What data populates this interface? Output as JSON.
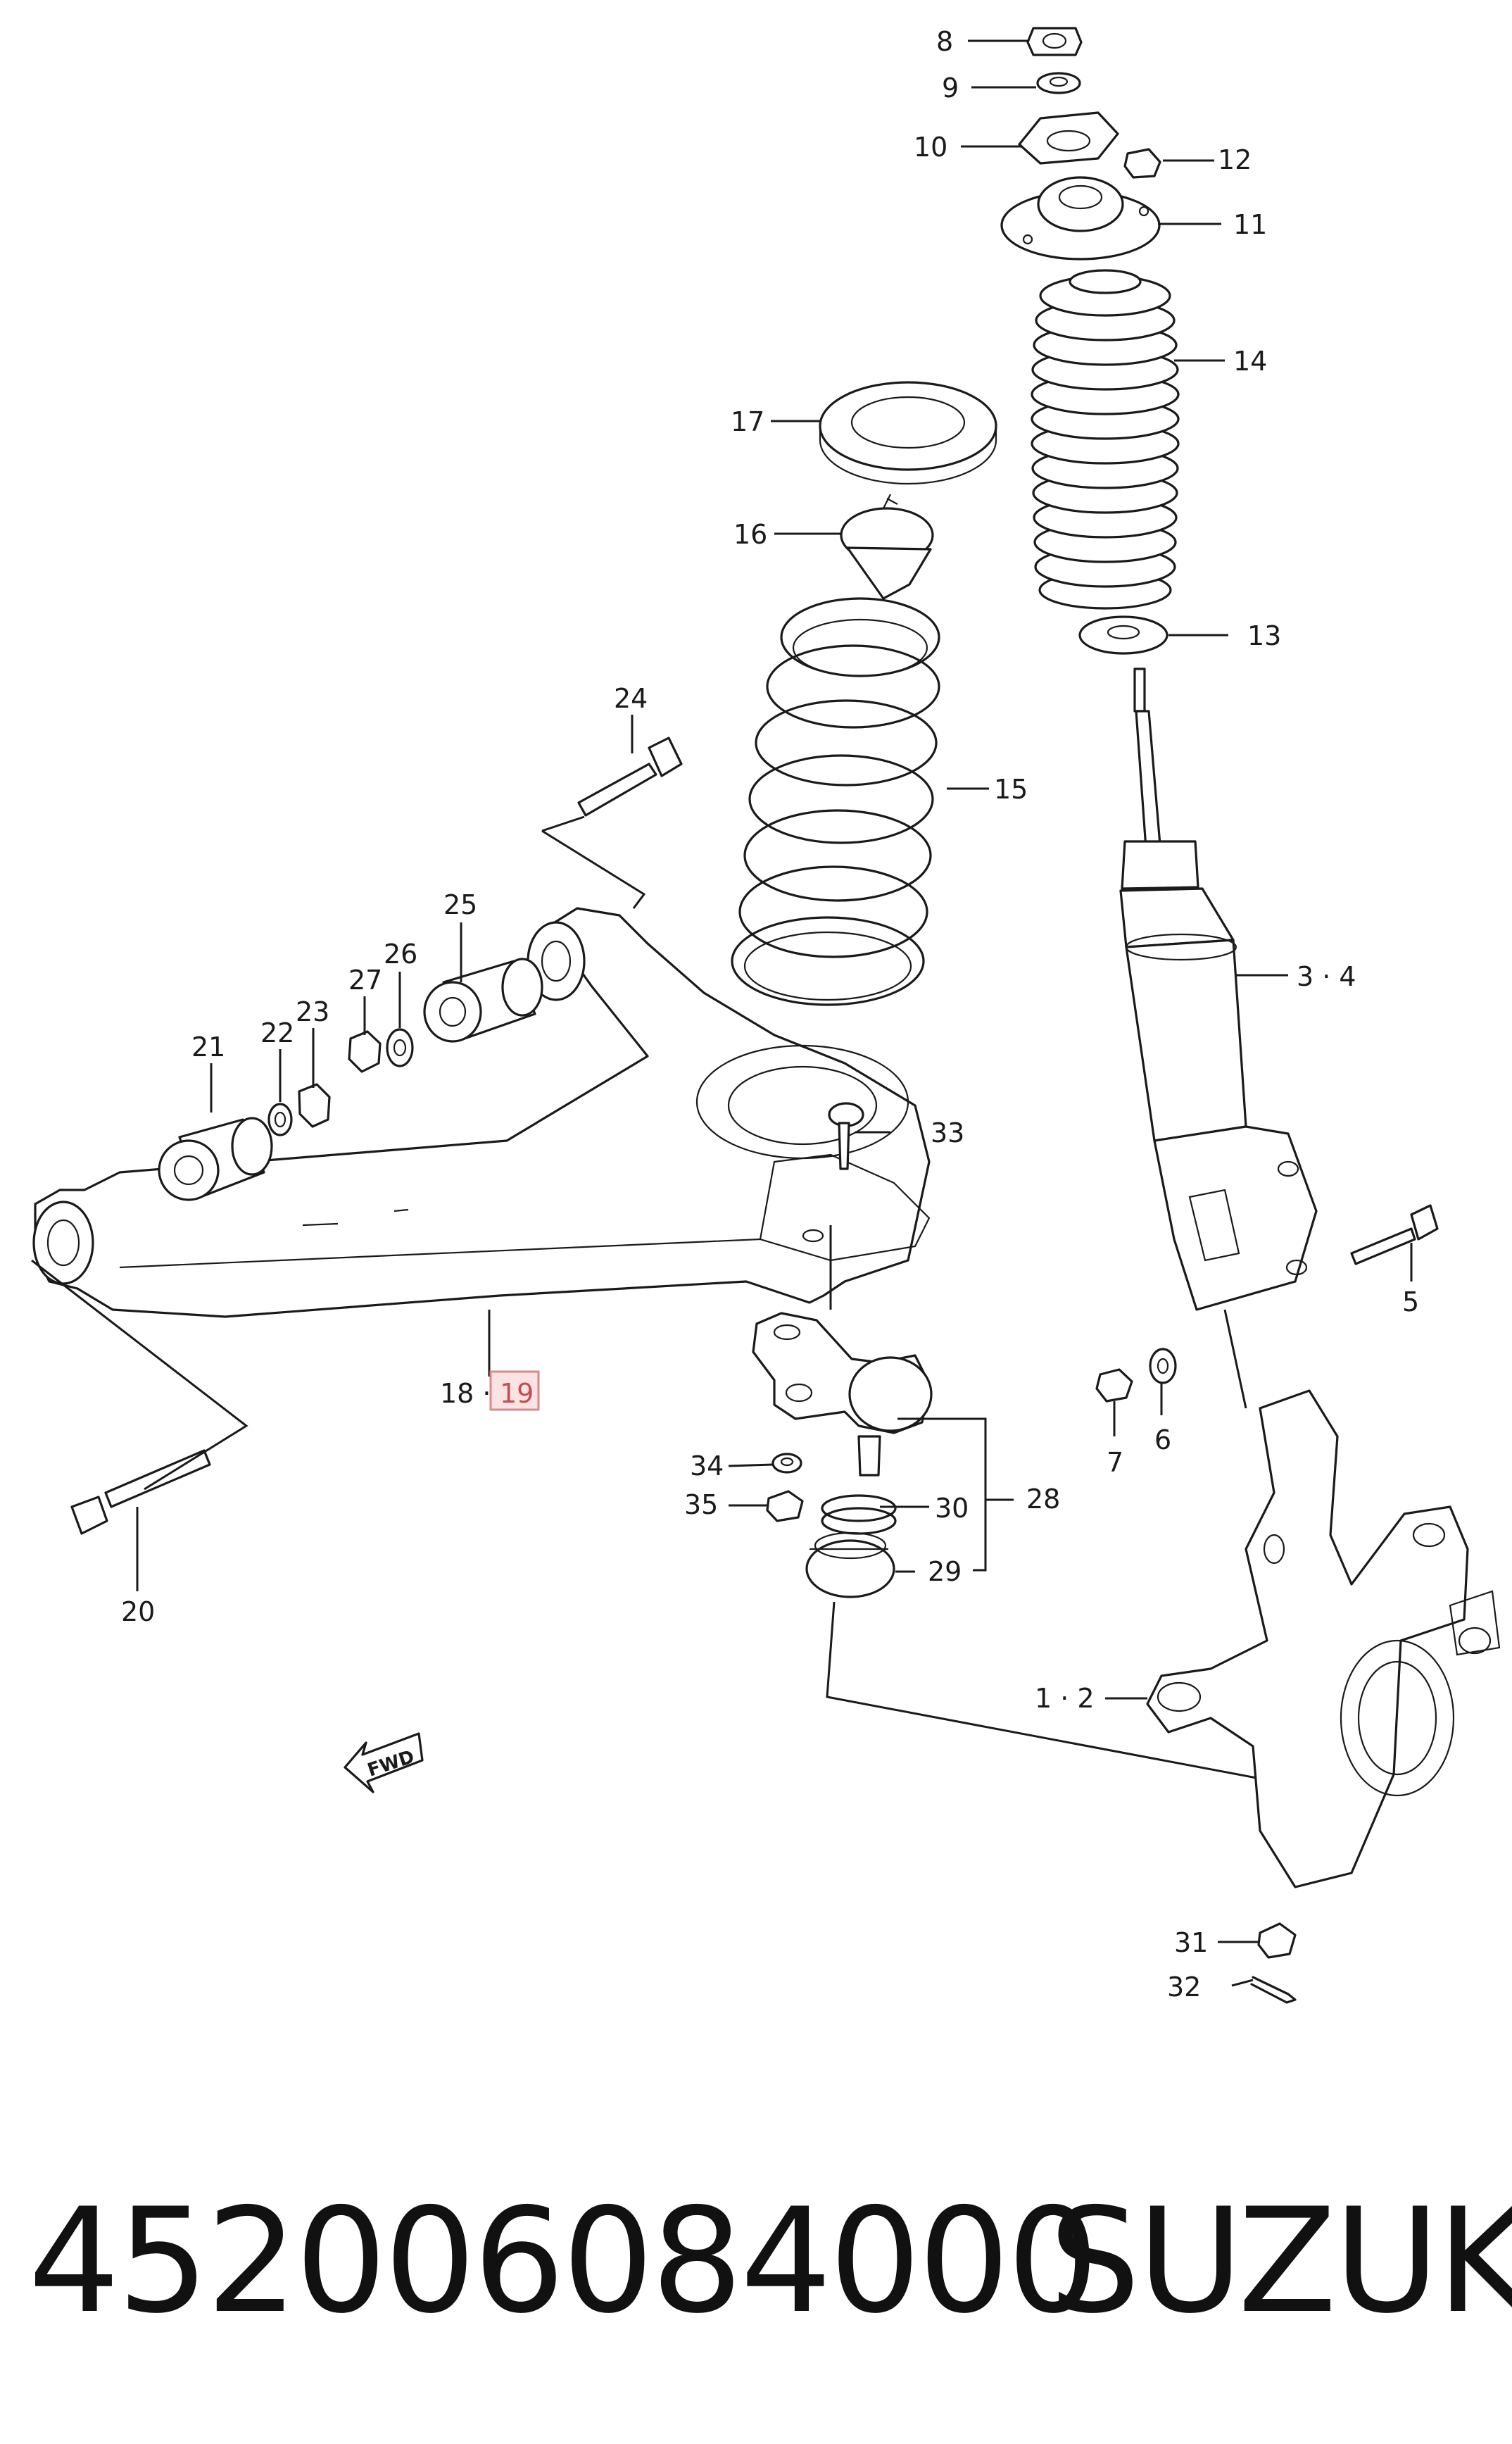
{
  "labels": {
    "l8": "8",
    "l9": "9",
    "l10": "10",
    "l11": "11",
    "l12": "12",
    "l13": "13",
    "l14": "14",
    "l15": "15",
    "l16": "16",
    "l17": "17",
    "l3_4": "3 · 4",
    "l5": "5",
    "l6": "6",
    "l7": "7",
    "l1_2": "1 · 2",
    "l18": "18 ·",
    "l19": "19",
    "l20": "20",
    "l21": "21",
    "l22": "22",
    "l23": "23",
    "l24": "24",
    "l25": "25",
    "l26": "26",
    "l27": "27",
    "l28": "28",
    "l29": "29",
    "l30": "30",
    "l31": "31",
    "l32": "32",
    "l33": "33",
    "l34": "34",
    "l35": "35"
  },
  "fwd_marker": "FWD",
  "highlighted_label": "19",
  "footer": {
    "part_number": "452006084000",
    "brand": "SUZUKI"
  }
}
